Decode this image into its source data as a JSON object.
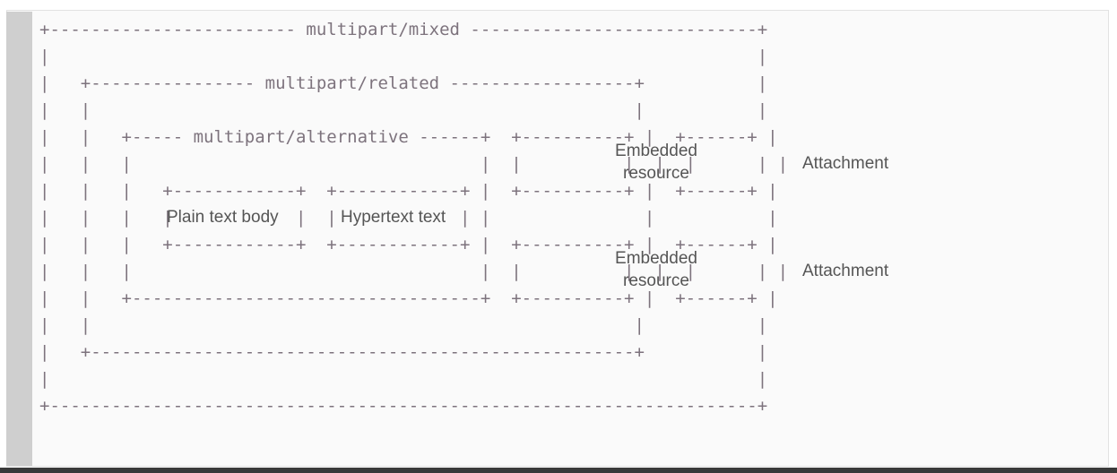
{
  "document": {
    "kind": "ascii-art-diagram",
    "subject": "MIME multipart message structure"
  },
  "colors": {
    "page_background": "#ffffff",
    "card_background": "#fafafa",
    "card_border": "#e2e2e2",
    "quote_rail": "#cfcfcf",
    "bottom_band": "#3a3a3a",
    "box_character": "#7d737d",
    "label_text": "#555555"
  },
  "diagram": {
    "container_labels": {
      "mixed": "multipart/mixed",
      "related": "multipart/related",
      "alternative": "multipart/alternative"
    },
    "leaf_labels": {
      "plain_text": "Plain text body",
      "hypertext": "Hypertext text",
      "embedded_1": "Embedded resource",
      "embedded_2": "Embedded resource",
      "attachment_1": "Attachment",
      "attachment_2": "Attachment"
    },
    "rows": [
      "+------------------------ multipart/mixed ----------------------------+",
      "|                                                                     |",
      "|   +---------------- multipart/related ------------------+           |",
      "|   |                                                     |           |",
      "|   |   +----- multipart/alternative ------+  +----------+ |  +------+ |",
      "|   |   |                                  |  |          |  |  |      | |",
      "|   |   |   +------------+  +------------+ |  +----------+ |  +------+ |",
      "|   |   |   |            |  |            | |               |           |",
      "|   |   |   +------------+  +------------+ |  +----------+ |  +------+ |",
      "|   |   |                                  |  |          |  |  |      | |",
      "|   |   +----------------------------------+  +----------+ |  +------+ |",
      "|   |                                                     |           |",
      "|   +-----------------------------------------------------+           |",
      "|                                                                     |",
      "+---------------------------------------------------------------------+"
    ]
  }
}
